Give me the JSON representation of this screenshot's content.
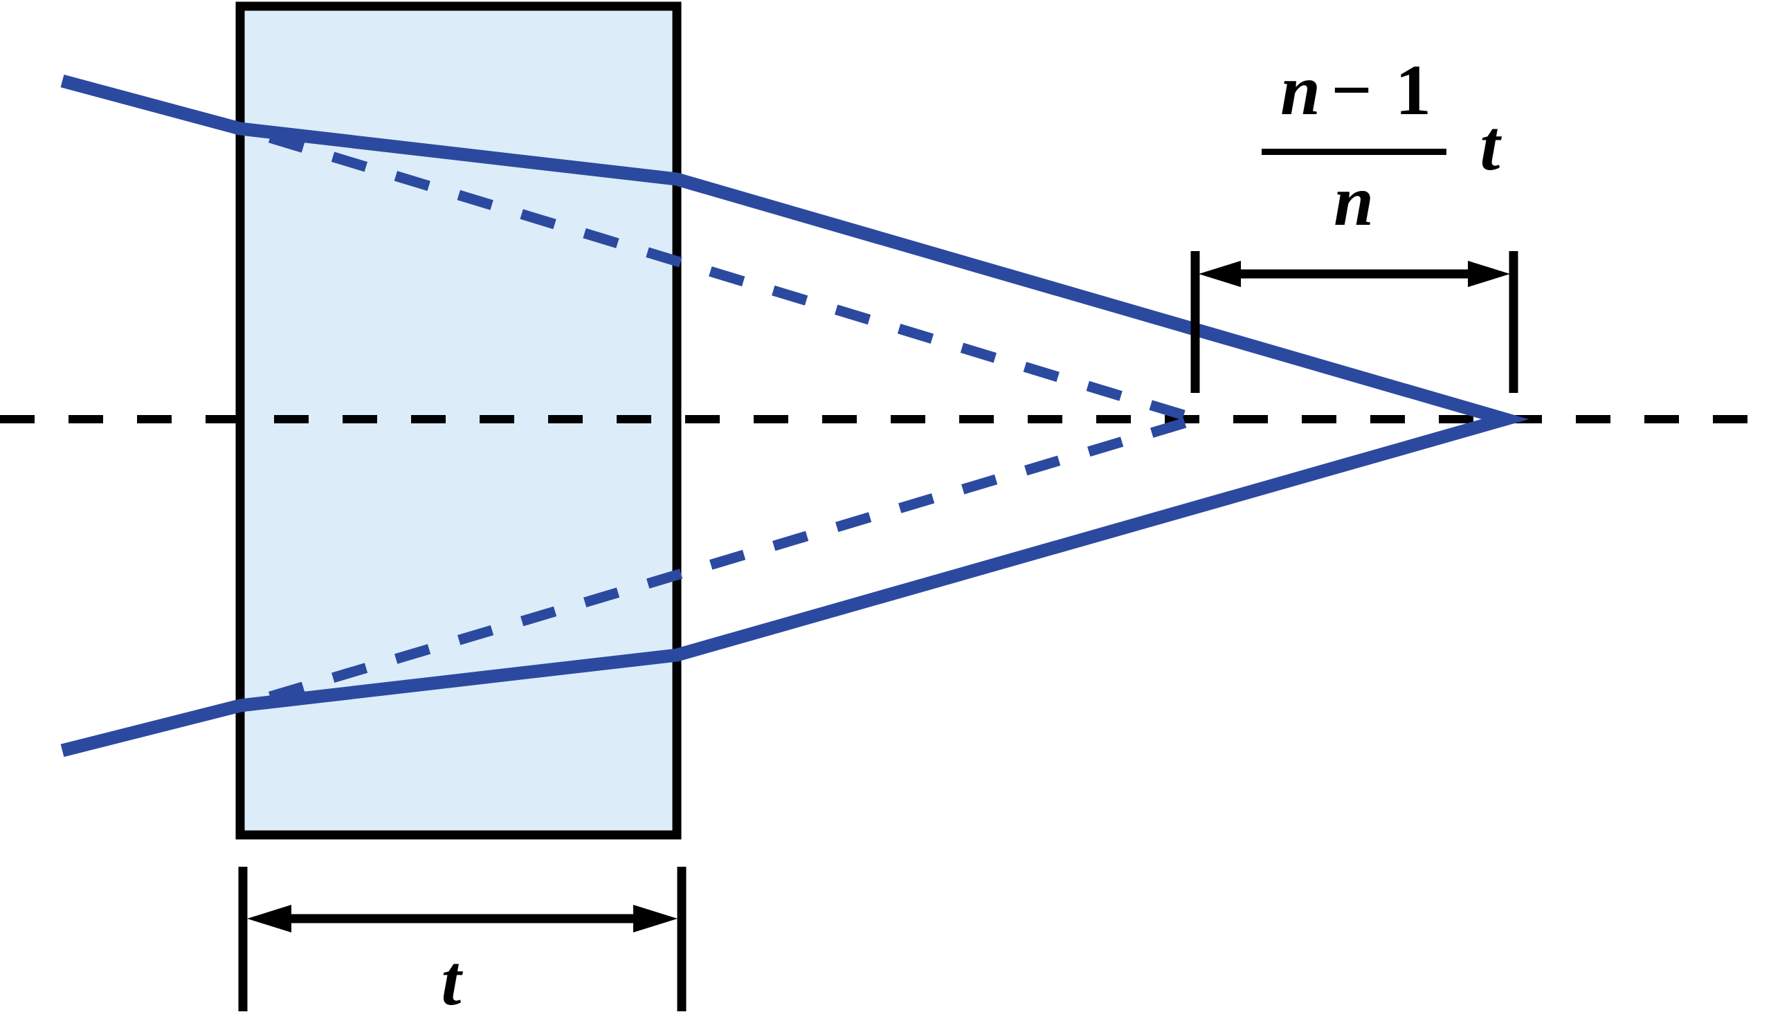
{
  "figure": {
    "description": "Ray diagram of converging light passing through a plane glass slab, showing the focal point displaced to the right by (n-1)/n times the slab thickness t",
    "background": "#ffffff"
  },
  "colors": {
    "ray_blue": "#2b4a9f",
    "slab_fill": "#dcedf9",
    "ink_black": "#000000",
    "none": "none"
  },
  "labels": {
    "thickness": "t",
    "shift_numerator_n": "n",
    "shift_numerator_minus": "−",
    "shift_numerator_one": "1",
    "shift_denominator_n": "n",
    "shift_factor_t": "t"
  }
}
